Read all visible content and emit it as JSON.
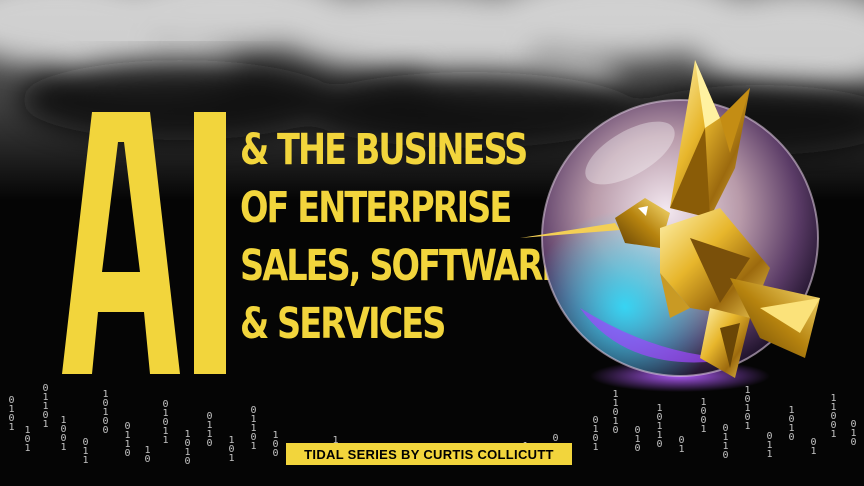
{
  "colors": {
    "accent": "#f2d53c",
    "background": "#050505"
  },
  "title": {
    "big": "AI",
    "lines": [
      "& THE BUSINESS",
      "OF ENTERPRISE",
      "SALES, SOFTWARE",
      "& SERVICES"
    ]
  },
  "credit": "TIDAL SERIES BY CURTIS COLLICUTT",
  "artwork": {
    "icon": "golden-hummingbird-in-crystal-orb"
  }
}
